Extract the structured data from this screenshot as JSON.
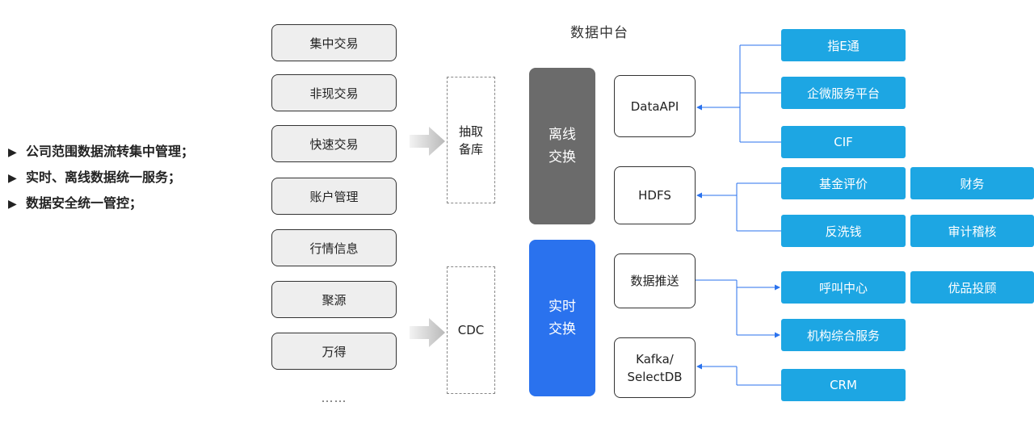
{
  "bullets": [
    "公司范围数据流转集中管理；",
    "实时、离线数据统一服务；",
    "数据安全统一管控；"
  ],
  "sources": [
    "集中交易",
    "非现交易",
    "快速交易",
    "账户管理",
    "行情信息",
    "聚源",
    "万得"
  ],
  "sources_more": "……",
  "extract_box": {
    "line1": "抽取",
    "line2": "备库"
  },
  "cdc_box": "CDC",
  "platform_title": "数据中台",
  "offline_exchange": {
    "line1": "离线",
    "line2": "交换"
  },
  "realtime_exchange": {
    "line1": "实时",
    "line2": "交换"
  },
  "services": {
    "dataapi": "DataAPI",
    "hdfs": "HDFS",
    "push": "数据推送",
    "kafka_line1": "Kafka/",
    "kafka_line2": "SelectDB"
  },
  "consumers": {
    "zhiet": "指E通",
    "qiwei": "企微服务平台",
    "cif": "CIF",
    "jijin": "基金评价",
    "caiwu": "财务",
    "fanxiqian": "反洗钱",
    "shenji": "审计稽核",
    "hujiao": "呼叫中心",
    "youpin": "优品投顾",
    "jigou": "机构综合服务",
    "crm": "CRM"
  },
  "colors": {
    "offline": "#6b6b6b",
    "realtime": "#2a72ee",
    "consumer": "#1da6e3",
    "connector": "#2a72ee"
  }
}
